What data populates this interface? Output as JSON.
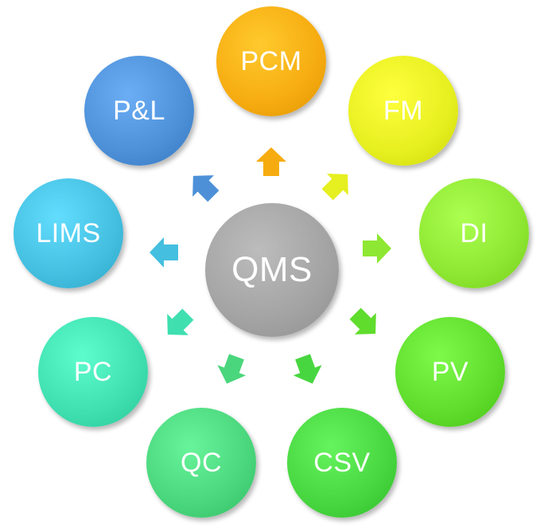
{
  "center": {
    "label": "QMS",
    "color": "#a3a3a3"
  },
  "nodes": [
    {
      "id": "pcm",
      "label": "PCM",
      "color": "#f6ac10"
    },
    {
      "id": "fm",
      "label": "FM",
      "color": "#e6ef1f"
    },
    {
      "id": "di",
      "label": "DI",
      "color": "#8ee732"
    },
    {
      "id": "pv",
      "label": "PV",
      "color": "#5fdc2c"
    },
    {
      "id": "csv",
      "label": "CSV",
      "color": "#48d640"
    },
    {
      "id": "qc",
      "label": "QC",
      "color": "#4ad67c"
    },
    {
      "id": "pc",
      "label": "PC",
      "color": "#3fdfb0"
    },
    {
      "id": "lims",
      "label": "LIMS",
      "color": "#44bfe0"
    },
    {
      "id": "pl",
      "label": "P&L",
      "color": "#4d90d8"
    }
  ]
}
